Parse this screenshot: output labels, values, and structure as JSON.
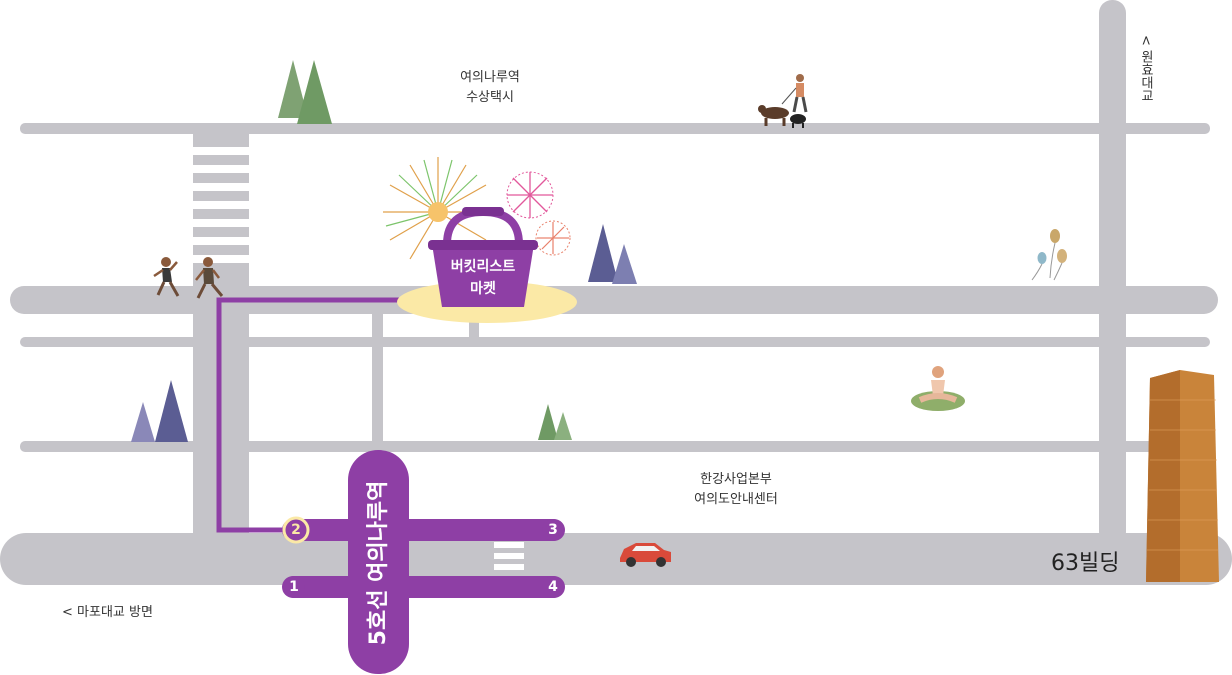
{
  "labels": {
    "water_taxi": [
      "여의나루역",
      "수상택시"
    ],
    "hq": [
      "한강사업본부",
      "여의도안내센터"
    ],
    "mapo": "< 마포대교 방면",
    "wonhyo": "< 원효대교",
    "building": "63빌딩"
  },
  "market": {
    "line1": "버킷리스트",
    "line2": "마켓"
  },
  "station": {
    "name": "5호선 여의나루역"
  },
  "exits": [
    "1",
    "2",
    "3",
    "4"
  ],
  "highlighted_exit": "2",
  "colors": {
    "road": "#c5c4c9",
    "route": "#8e3fa5",
    "highlight": "#fbe9a6",
    "tower": "#c9843a"
  },
  "icons": [
    "pine-tree-icon",
    "firework-icon",
    "basket-icon",
    "runner-icon",
    "dog-walker-icon",
    "balloon-icon",
    "yoga-person-icon",
    "car-icon",
    "crosswalk-icon",
    "building-icon"
  ]
}
